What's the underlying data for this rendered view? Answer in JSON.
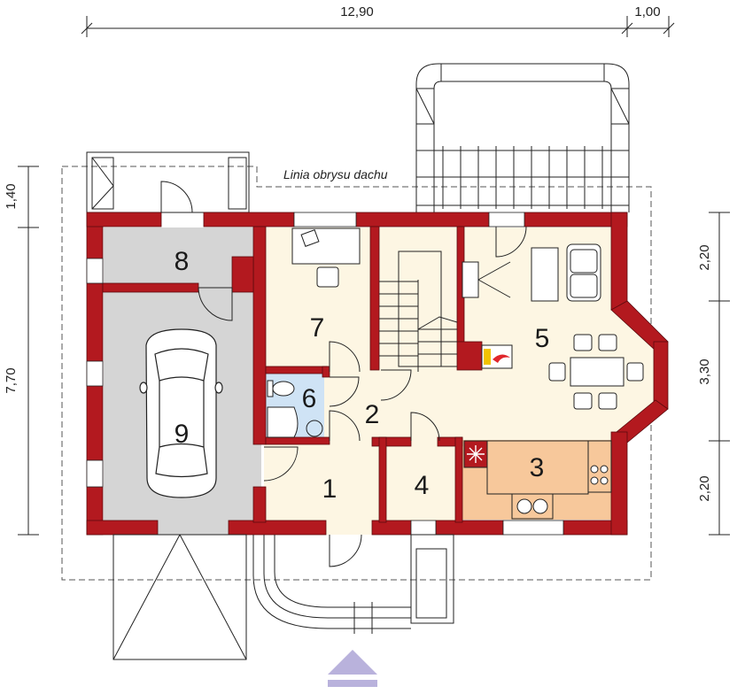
{
  "dimensions": {
    "top_main": "12,90",
    "top_extra": "1,00",
    "left_upper": "1,40",
    "left_main": "7,70",
    "right_upper": "2,20",
    "right_middle": "3,30",
    "right_lower": "2,20"
  },
  "roof_outline_label": "Linia obrysu dachu",
  "rooms": [
    {
      "id": "room-1",
      "number": "1"
    },
    {
      "id": "room-2",
      "number": "2"
    },
    {
      "id": "room-3",
      "number": "3"
    },
    {
      "id": "room-4",
      "number": "4"
    },
    {
      "id": "room-5",
      "number": "5"
    },
    {
      "id": "room-6",
      "number": "6"
    },
    {
      "id": "room-7",
      "number": "7"
    },
    {
      "id": "room-8",
      "number": "8"
    },
    {
      "id": "room-9",
      "number": "9"
    }
  ],
  "colors": {
    "wall": "#b3191f",
    "garage_floor": "#d5d5d5",
    "living_floor": "#fdf6e3",
    "kitchen_floor": "#f7c89b",
    "bathroom_floor": "#cfe3f5",
    "entrance_arrow": "#b9b2dc"
  },
  "icons": {
    "car": "car-icon",
    "fireplace": "fireplace-icon",
    "entrance": "entrance-arrow-icon"
  }
}
